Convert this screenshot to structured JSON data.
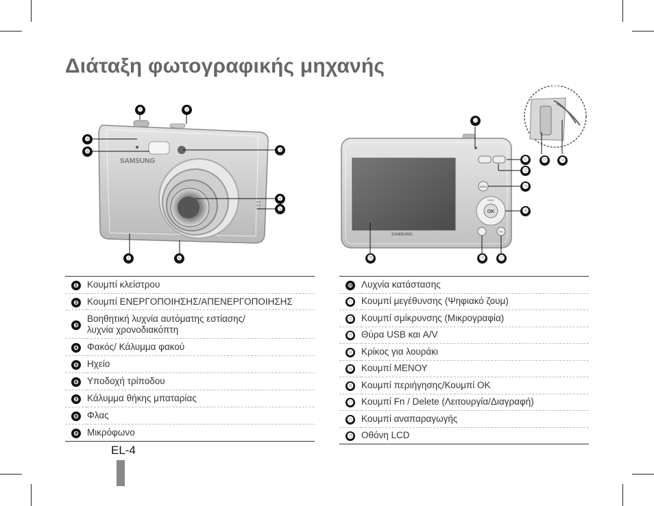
{
  "page": {
    "title": "Διάταξη φωτογραφικής μηχανής",
    "page_number": "EL-4"
  },
  "figures": {
    "front": {
      "brand": "SAMSUNG",
      "markers": [
        "❶",
        "❷",
        "❸",
        "❹",
        "❺",
        "❻",
        "❼",
        "❽",
        "❾"
      ]
    },
    "back": {
      "brand": "SAMSUNG",
      "markers": [
        "❿",
        "⓫",
        "⓬",
        "⓭",
        "⓮",
        "⓯",
        "⓰",
        "⓱",
        "⓲",
        "⓳"
      ],
      "button_labels": {
        "ok": "OK",
        "disp": "DISP",
        "menu": "MENU",
        "fn": "Fn"
      }
    }
  },
  "legend_left": [
    {
      "num": "❶",
      "text": "Κουμπί κλείστρου"
    },
    {
      "num": "❷",
      "text": "Κουμπί ΕΝΕΡΓΟΠΟΙΗΣΗΣ/ΑΠΕΝΕΡΓΟΠΟΙΗΣΗΣ"
    },
    {
      "num": "❸",
      "text": "Βοηθητική λυχνία αυτόματης εστίασης/ λυχνία χρονοδιακόπτη"
    },
    {
      "num": "❹",
      "text": "Φακός/ Κάλυμμα φακού"
    },
    {
      "num": "❺",
      "text": "Ηχείο"
    },
    {
      "num": "❻",
      "text": "Υποδοχή τρίποδου"
    },
    {
      "num": "❼",
      "text": "Κάλυμμα θήκης μπαταρίας"
    },
    {
      "num": "❽",
      "text": "Φλας"
    },
    {
      "num": "❾",
      "text": "Μικρόφωνο"
    }
  ],
  "legend_right": [
    {
      "num": "❿",
      "text": "Λυχνία κατάστασης"
    },
    {
      "num": "⓫",
      "text": "Κουμπί μεγέθυνσης (Ψηφιακό ζουμ)"
    },
    {
      "num": "⓬",
      "text": "Κουμπί σμίκρυνσης (Μικρογραφία)"
    },
    {
      "num": "⓭",
      "text": "Θύρα USB και A/V"
    },
    {
      "num": "⓮",
      "text": "Κρίκος για λουράκι"
    },
    {
      "num": "⓯",
      "text": "Κουμπί ΜΕΝΟΥ"
    },
    {
      "num": "⓰",
      "text": "Κουμπί περιήγησης/Κουμπί OK"
    },
    {
      "num": "⓱",
      "text": "Κουμπί Fn / Delete (Λειτουργία/Διαγραφή)"
    },
    {
      "num": "⓲",
      "text": "Κουμπί αναπαραγωγής"
    },
    {
      "num": "⓳",
      "text": "Οθόνη LCD"
    }
  ]
}
